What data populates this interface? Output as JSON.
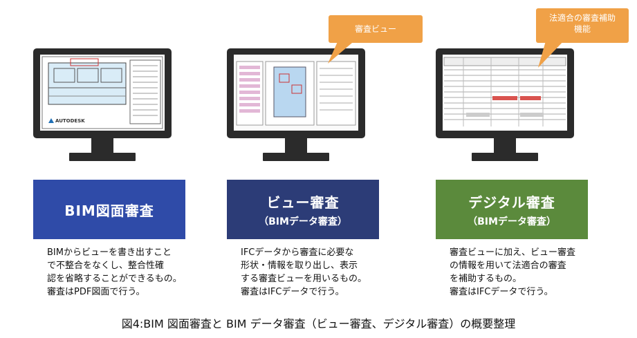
{
  "callouts": {
    "view": "審査ビュー",
    "digital_line1": "法適合の審査補助",
    "digital_line2": "機能"
  },
  "screens": {
    "bim_logo": "AUTODESK"
  },
  "columns": [
    {
      "title": "BIM図面審査",
      "subtitle": "",
      "color": "#2f4ba8",
      "desc": [
        "BIMからビューを書き出すこと",
        "で不整合をなくし、整合性確",
        "認を省略することができるもの。",
        "審査はPDF図面で行う。"
      ]
    },
    {
      "title": "ビュー審査",
      "subtitle": "（BIMデータ審査）",
      "color": "#2c3c77",
      "desc": [
        "IFCデータから審査に必要な",
        "形状・情報を取り出し、表示",
        "する審査ビューを用いるもの。",
        "審査はIFCデータで行う。"
      ]
    },
    {
      "title": "デジタル審査",
      "subtitle": "（BIMデータ審査）",
      "color": "#5b8a3c",
      "desc": [
        "審査ビューに加え、ビュー審査",
        "の情報を用いて法適合の審査",
        "を補助するもの。",
        "審査はIFCデータで行う。"
      ]
    }
  ],
  "caption": "図4:BIM 図面審査と BIM データ審査（ビュー審査、デジタル審査）の概要整理"
}
